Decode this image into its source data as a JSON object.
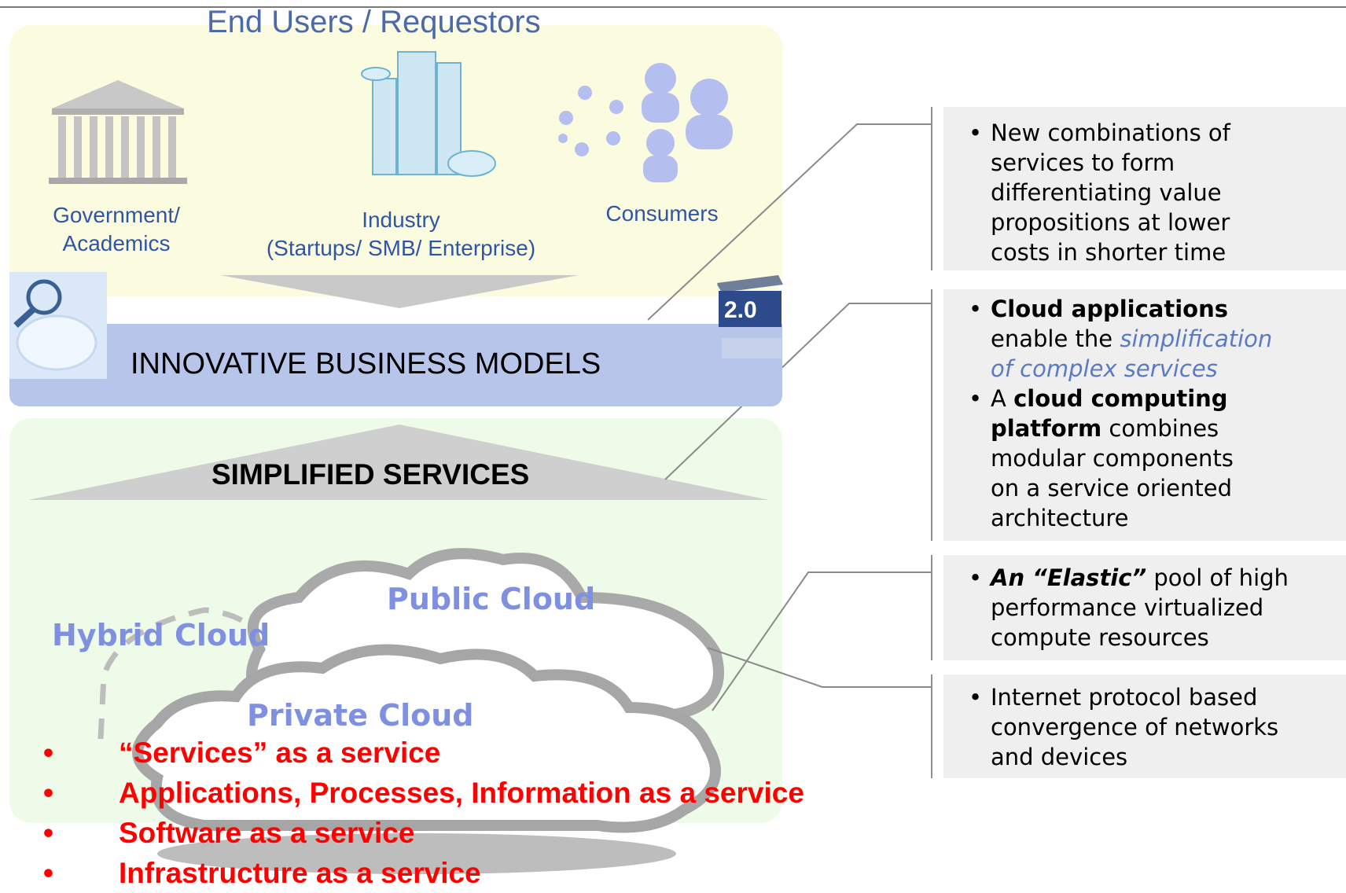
{
  "users": {
    "title": "End Users / Requestors",
    "groups": [
      {
        "line1": "Government/",
        "line2": "Academics"
      },
      {
        "line1": "Industry",
        "line2": "(Startups/ SMB/ Enterprise)"
      },
      {
        "line1": "Consumers",
        "line2": ""
      }
    ]
  },
  "business": {
    "label": "INNOVATIVE BUSINESS MODELS",
    "badge": "2.0"
  },
  "services": {
    "title": "SIMPLIFIED SERVICES",
    "clouds": {
      "hybrid": "Hybrid Cloud",
      "public": "Public Cloud",
      "private": "Private Cloud"
    },
    "bullet_marker": "•",
    "items": [
      "“Services” as a service",
      "Applications, Processes, Information as a service",
      "Software as a service",
      "Infrastructure as a service"
    ]
  },
  "notes": {
    "box1": {
      "lines": [
        "New combinations of",
        "services to form",
        "differentiating value",
        "propositions at lower",
        "costs in shorter time"
      ]
    },
    "box2": {
      "b1_bold": "Cloud applications",
      "b1_line2": "enable the",
      "b1_italic1": "simplification",
      "b1_italic2": "of complex services",
      "b2_prefix": "A",
      "b2_bold1": "cloud computing",
      "b2_bold2": "platform",
      "b2_rest1": "combines",
      "b2_rest2": "modular components",
      "b2_rest3": "on a service oriented",
      "b2_rest4": "architecture"
    },
    "box3": {
      "bold_italic": "An “Elastic”",
      "rest1": "pool of high",
      "line2": "performance virtualized",
      "line3": "compute resources"
    },
    "box4": {
      "lines": [
        "Internet protocol based",
        "convergence of networks",
        "and devices"
      ]
    }
  },
  "colors": {
    "users_panel": "#fbfbdf",
    "services_panel": "#eefbe9",
    "business_band": "#b8c5ea",
    "cloud_label": "#7f90e0",
    "bullet_red": "#ff0000",
    "note_box": "#efefef"
  }
}
